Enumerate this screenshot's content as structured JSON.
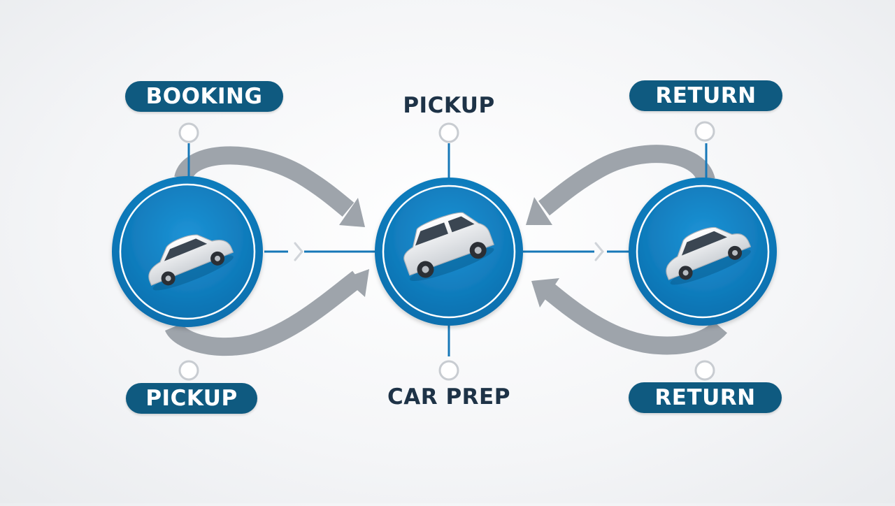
{
  "diagram": {
    "colors": {
      "accent": "#0c7fc2",
      "accent_dark": "#0f5a80",
      "connector_blue": "#1778b8",
      "arrow_gray": "#9ea4ab",
      "label_text": "#1e3347",
      "node_outline": "#c8ccd1"
    },
    "labels": {
      "top_left": "BOOKING",
      "top_center": "PICKUP",
      "top_right": "RETURN",
      "bottom_left": "PICKUP",
      "bottom_center": "CAR PREP",
      "bottom_right": "RETURN"
    },
    "stations": [
      {
        "id": "left",
        "icon": "car-icon"
      },
      {
        "id": "center",
        "icon": "suv-icon"
      },
      {
        "id": "right",
        "icon": "car-icon"
      }
    ]
  }
}
